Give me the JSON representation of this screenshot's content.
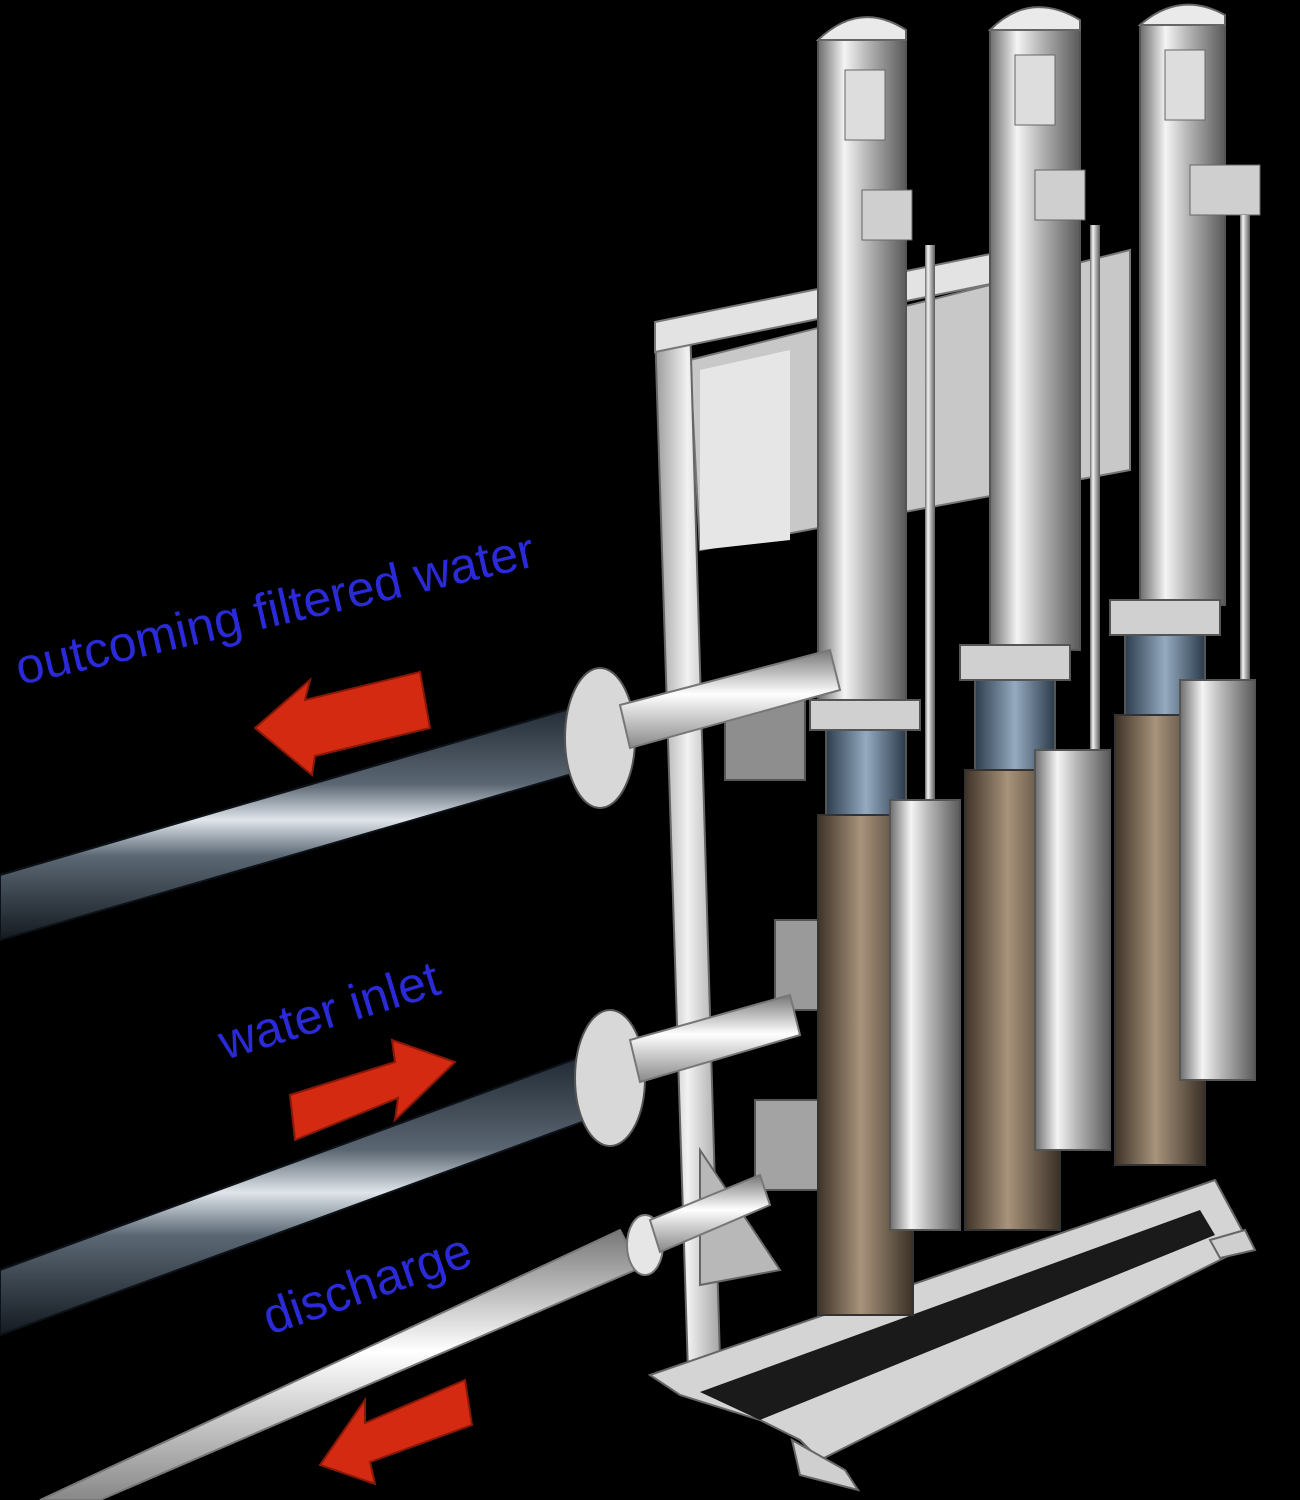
{
  "labels": {
    "outlet": "outcoming filtered water",
    "inlet": "water inlet",
    "discharge": "discharge"
  },
  "colors": {
    "label": "#2a2ad8",
    "arrow": "#d42a12",
    "background": "#000000"
  },
  "arrows": {
    "outlet": "left",
    "inlet": "right",
    "discharge": "left"
  }
}
